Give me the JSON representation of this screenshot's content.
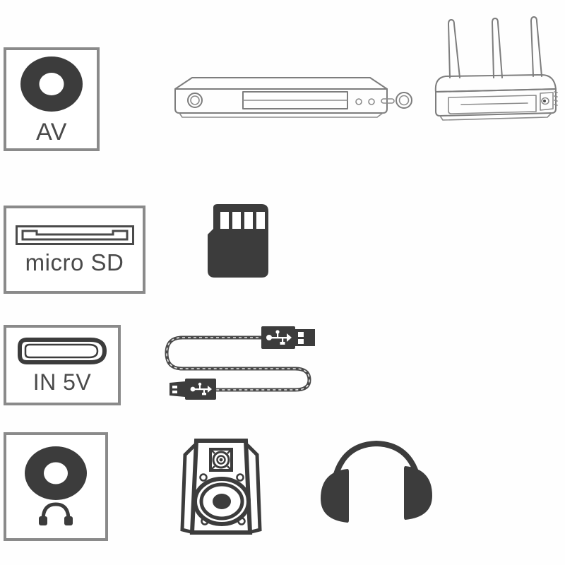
{
  "page": {
    "title": "Device Ports and Accessories Diagram",
    "background_color": "#ffffff",
    "ink_color": "#3c3c3c",
    "outline_color": "#7d7d7d",
    "box_border_color": "#8a8a8a"
  },
  "rows": [
    {
      "id": "row-av",
      "port": {
        "label": "AV",
        "icon": "av-jack-icon",
        "description": "Round AV composite jack"
      },
      "devices": [
        {
          "name": "dvd-player",
          "label": "DVD player",
          "icon": "dvd-player-illustration"
        },
        {
          "name": "wireless-router",
          "label": "Wireless router",
          "icon": "router-illustration"
        }
      ]
    },
    {
      "id": "row-sd",
      "port": {
        "label": "micro SD",
        "icon": "micro-sd-slot-icon",
        "description": "micro SD card slot"
      },
      "devices": [
        {
          "name": "micro-sd-card",
          "label": "micro SD card",
          "icon": "micro-sd-card-illustration"
        }
      ]
    },
    {
      "id": "row-in5v",
      "port": {
        "label": "IN 5V",
        "icon": "micro-usb-port-icon",
        "description": "micro USB 5V power input"
      },
      "devices": [
        {
          "name": "usb-cable",
          "label": "USB to micro USB cable",
          "icon": "usb-cable-illustration"
        }
      ]
    },
    {
      "id": "row-audio",
      "port": {
        "label": "",
        "icon": "headphone-jack-icon",
        "description": "3.5 mm headphone output jack"
      },
      "devices": [
        {
          "name": "speaker",
          "label": "Speaker",
          "icon": "speaker-illustration"
        },
        {
          "name": "headphones",
          "label": "Headphones",
          "icon": "headphones-illustration"
        }
      ]
    }
  ],
  "labels": {
    "av": "AV",
    "micro_sd": "micro SD",
    "in_5v": "IN 5V"
  }
}
